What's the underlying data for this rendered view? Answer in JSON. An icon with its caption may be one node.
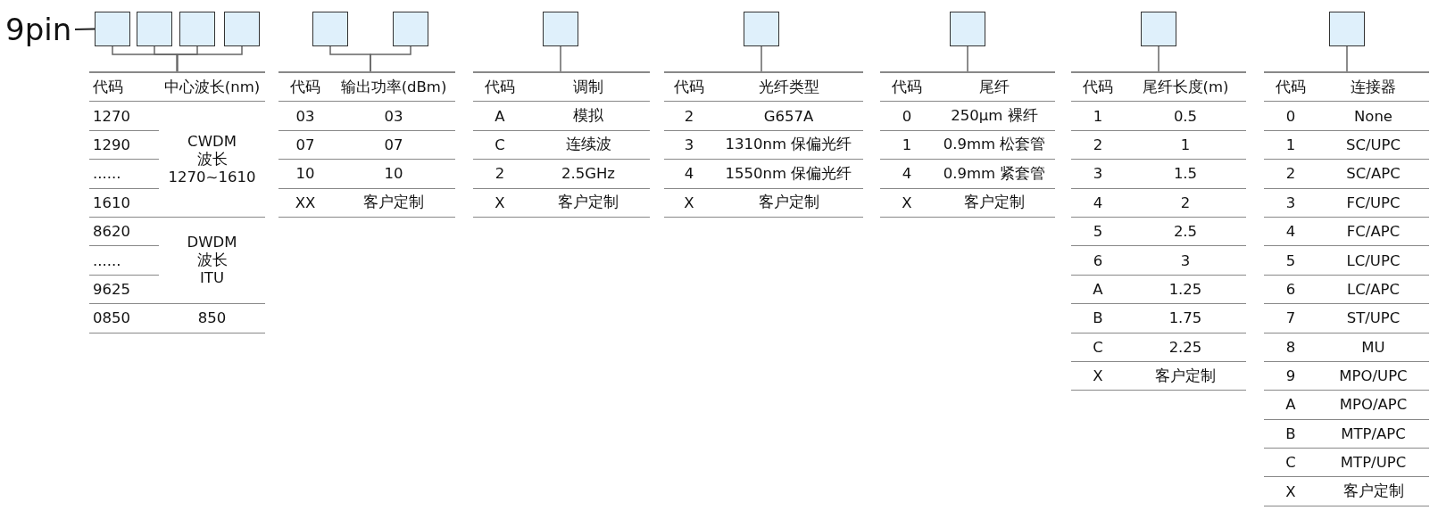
{
  "diagram": {
    "nodes": [
      {
        "text": [
          "9pin"
        ]
      },
      {
        "text": [],
        "shape": "box"
      },
      {
        "text": [],
        "shape": "box"
      },
      {
        "text": [],
        "shape": "box"
      },
      {
        "text": [],
        "shape": "box"
      },
      {
        "text": [],
        "shape": "box"
      },
      {
        "text": [],
        "shape": "box"
      },
      {
        "text": [],
        "shape": "box"
      },
      {
        "text": [],
        "shape": "box"
      },
      {
        "text": [],
        "shape": "box"
      },
      {
        "text": [],
        "shape": "box"
      },
      {
        "text": [],
        "shape": "box"
      },
      {
        "text": [
          "代码",
          "中心波长(nm)",
          "1270",
          "CWDM 波长 1270~1610",
          "1290",
          "......",
          "1610",
          "8620",
          "DWDM 波长 ITU",
          "......",
          "9625",
          "0850",
          "850"
        ]
      },
      {
        "text": [
          "代码",
          "输出功率(dBm)",
          "03",
          "03",
          "07",
          "07",
          "10",
          "10",
          "XX",
          "客户定制"
        ]
      },
      {
        "text": [
          "代码",
          "调制",
          "A",
          "模拟",
          "C",
          "连续波",
          "2",
          "2.5GHz",
          "X",
          "客户定制"
        ]
      },
      {
        "text": [
          "代码",
          "光纤类型",
          "2",
          "G657A",
          "3",
          "1310nm 保偏光纤",
          "4",
          "1550nm 保偏光纤",
          "X",
          "客户定制"
        ]
      },
      {
        "text": [
          "代码",
          "尾纤",
          "0",
          "250µm 裸纤",
          "1",
          "0.9mm 松套管",
          "4",
          "0.9mm 紧套管",
          "X",
          "客户定制"
        ]
      },
      {
        "text": [
          "代码",
          "尾纤长度(m)",
          "1",
          "0.5",
          "2",
          "1",
          "3",
          "1.5",
          "4",
          "2",
          "5",
          "2.5",
          "6",
          "3",
          "A",
          "1.25",
          "B",
          "1.75",
          "C",
          "2.25",
          "X",
          "客户定制"
        ]
      },
      {
        "text": [
          "代码",
          "连接器",
          "0",
          "None",
          "1",
          "SC/UPC",
          "2",
          "SC/APC",
          "3",
          "FC/UPC",
          "4",
          "FC/APC",
          "5",
          "LC/UPC",
          "6",
          "LC/APC",
          "7",
          "ST/UPC",
          "8",
          "MU",
          "9",
          "MPO/UPC",
          "A",
          "MPO/APC",
          "B",
          "MTP/APC",
          "C",
          "MTP/UPC",
          "X",
          "客户定制"
        ]
      }
    ],
    "edges": [
      {
        "from": 0,
        "to": 1,
        "arrow": "none"
      },
      {
        "from": 1,
        "to": 12,
        "arrow": "none"
      },
      {
        "from": 2,
        "to": 12,
        "arrow": "none"
      },
      {
        "from": 3,
        "to": 12,
        "arrow": "none"
      },
      {
        "from": 4,
        "to": 12,
        "arrow": "none"
      },
      {
        "from": 5,
        "to": 13,
        "arrow": "none"
      },
      {
        "from": 6,
        "to": 13,
        "arrow": "none"
      },
      {
        "from": 7,
        "to": 14,
        "arrow": "none"
      },
      {
        "from": 8,
        "to": 15,
        "arrow": "none"
      },
      {
        "from": 9,
        "to": 16,
        "arrow": "none"
      },
      {
        "from": 10,
        "to": 17,
        "arrow": "none"
      },
      {
        "from": 11,
        "to": 18,
        "arrow": "none"
      }
    ]
  }
}
